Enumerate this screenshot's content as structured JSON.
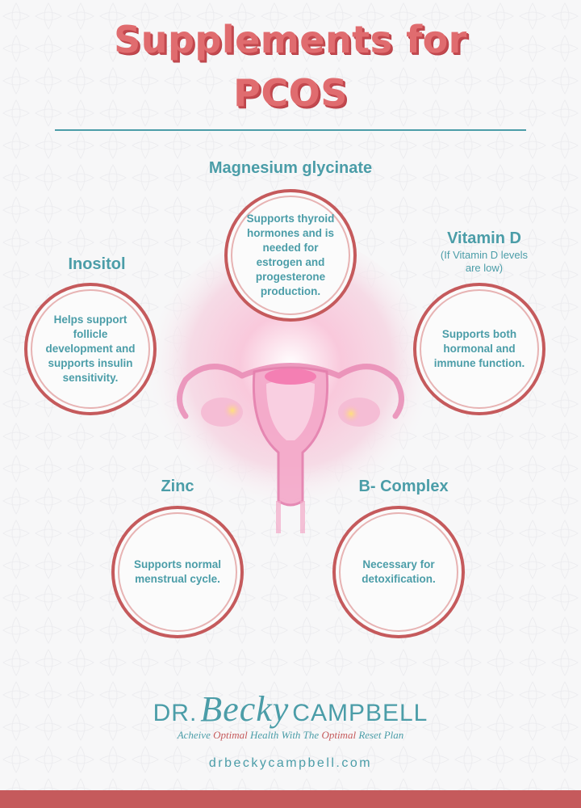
{
  "title": {
    "line1": "Supplements for",
    "line2": "PCOS"
  },
  "supplements": {
    "magnesium": {
      "name": "Magnesium glycinate",
      "text": "Supports thyroid hormones and is needed for estrogen and progesterone production."
    },
    "inositol": {
      "name": "Inositol",
      "text": "Helps support follicle development and supports insulin sensitivity."
    },
    "vitamin_d": {
      "name": "Vitamin D",
      "note": "(If Vitamin D levels are low)",
      "text": "Supports both hormonal and immune function."
    },
    "zinc": {
      "name": "Zinc",
      "text": "Supports normal menstrual cycle."
    },
    "b_complex": {
      "name": "B- Complex",
      "text": "Necessary for detoxification."
    }
  },
  "brand": {
    "dr": "DR.",
    "first": "Becky",
    "last": "CAMPBELL",
    "tagline_parts": [
      "Acheive ",
      "Optimal",
      " Health With The ",
      "Optimal",
      " Reset Plan"
    ],
    "website": "drbeckycampbell.com"
  },
  "colors": {
    "accent_teal": "#4b9da8",
    "accent_red": "#c55a5c",
    "title_pink": "#e06c6f"
  },
  "icons": {
    "center_illustration": "uterus-illustration"
  }
}
